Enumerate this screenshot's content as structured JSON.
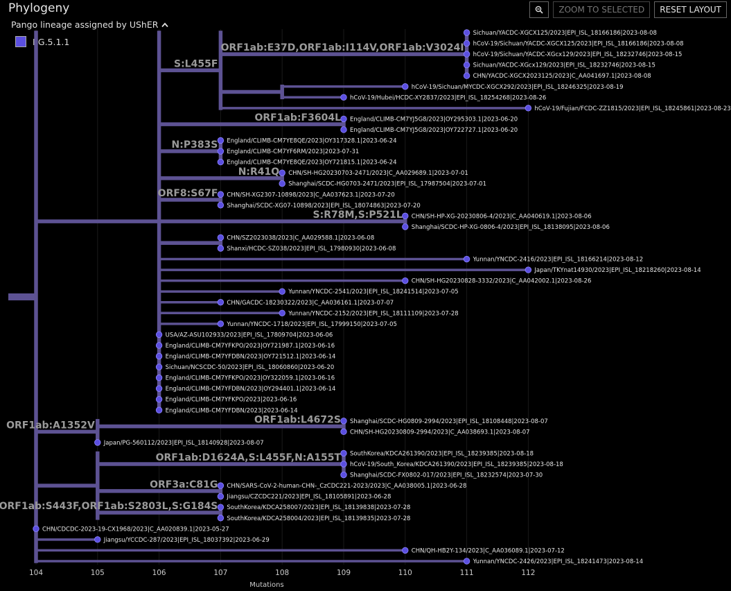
{
  "header": {
    "title": "Phylogeny",
    "zoom_icon": "magnifier-zoom-out-icon",
    "zoom_selected_label": "ZOOM TO SELECTED",
    "reset_layout_label": "RESET LAYOUT"
  },
  "legend": {
    "title": "Pango lineage assigned by UShER",
    "collapse_icon": "chevron-up-icon",
    "items": [
      {
        "label": "EG.5.1.1",
        "color": "#5b4fe0"
      }
    ]
  },
  "colors": {
    "branch": "#5d5293",
    "node": "#5b4fe0",
    "grid": "#1a1a1a"
  },
  "chart_data": {
    "type": "phylogenetic-tree",
    "xlabel": "Mutations",
    "x_ticks": [
      104,
      105,
      106,
      107,
      108,
      109,
      110,
      111,
      112
    ],
    "xlim": [
      103.6,
      112.9
    ],
    "root_x": 103.6,
    "tips": [
      {
        "label": "Sichuan/YACDC-XGCX125/2023|EPI_ISL_18166186|2023-08-08",
        "x": 111
      },
      {
        "label": "hCoV-19/Sichuan/YACDC-XGCX125/2023|EPI_ISL_18166186|2023-08-08",
        "x": 111
      },
      {
        "label": "hCoV-19/Sichuan/YACDC-XGcx129/2023|EPI_ISL_18232746|2023-08-15",
        "x": 111
      },
      {
        "label": "Sichuan/YACDC-XGcx129/2023|EPI_ISL_18232746|2023-08-15",
        "x": 111
      },
      {
        "label": "CHN/YACDC-XGCX2023125/2023|C_AA041697.1|2023-08-08",
        "x": 111
      },
      {
        "label": "hCoV-19/Sichuan/MYCDC-XGCX292/2023|EPI_ISL_18246325|2023-08-19",
        "x": 110
      },
      {
        "label": "hCoV-19/Hubei/HCDC-XY2837/2023|EPI_ISL_18254268|2023-08-26",
        "x": 109
      },
      {
        "label": "hCoV-19/Fujian/FCDC-ZZ1815/2023|EPI_ISL_18245861|2023-08-23",
        "x": 112
      },
      {
        "label": "England/CLIMB-CM7YJ5G8/2023|OY295303.1|2023-06-20",
        "x": 109
      },
      {
        "label": "England/CLIMB-CM7YJ5G8/2023|OY722727.1|2023-06-20",
        "x": 109
      },
      {
        "label": "England/CLIMB-CM7YE8QE/2023|OY317328.1|2023-06-24",
        "x": 107
      },
      {
        "label": "England/CLIMB-CM7YF6RM/2023|2023-07-31",
        "x": 107
      },
      {
        "label": "England/CLIMB-CM7YE8QE/2023|OY721815.1|2023-06-24",
        "x": 107
      },
      {
        "label": "CHN/SH-HG20230703-2471/2023|C_AA029689.1|2023-07-01",
        "x": 108
      },
      {
        "label": "Shanghai/SCDC-HG0703-2471/2023|EPI_ISL_17987504|2023-07-01",
        "x": 108
      },
      {
        "label": "CHN/SH-XG2307-10898/2023|C_AA037623.1|2023-07-20",
        "x": 107
      },
      {
        "label": "Shanghai/SCDC-XG07-10898/2023|EPI_ISL_18074863|2023-07-20",
        "x": 107
      },
      {
        "label": "CHN/SH-HP-XG-20230806-4/2023|C_AA040619.1|2023-08-06",
        "x": 110
      },
      {
        "label": "Shanghai/SCDC-HP-XG-0806-4/2023|EPI_ISL_18138095|2023-08-06",
        "x": 110
      },
      {
        "label": "CHN/SZ2023038/2023|C_AA029588.1|2023-06-08",
        "x": 107
      },
      {
        "label": "Shanxi/HCDC-SZ038/2023|EPI_ISL_17980930|2023-06-08",
        "x": 107
      },
      {
        "label": "Yunnan/YNCDC-2416/2023|EPI_ISL_18166214|2023-08-12",
        "x": 111
      },
      {
        "label": "Japan/TKYnat14930/2023|EPI_ISL_18218260|2023-08-14",
        "x": 112
      },
      {
        "label": "CHN/SH-HG20230828-3332/2023|C_AA042002.1|2023-08-26",
        "x": 110
      },
      {
        "label": "Yunnan/YNCDC-2541/2023|EPI_ISL_18241514|2023-07-05",
        "x": 108
      },
      {
        "label": "CHN/GACDC-18230322/2023|C_AA036161.1|2023-07-07",
        "x": 107
      },
      {
        "label": "Yunnan/YNCDC-2152/2023|EPI_ISL_18111109|2023-07-28",
        "x": 108
      },
      {
        "label": "Yunnan/YNCDC-1718/2023|EPI_ISL_17999150|2023-07-05",
        "x": 107
      },
      {
        "label": "USA/AZ-ASU102933/2023|EPI_ISL_17809704|2023-06-06",
        "x": 106
      },
      {
        "label": "England/CLIMB-CM7YFKPO/2023|OY721987.1|2023-06-16",
        "x": 106
      },
      {
        "label": "England/CLIMB-CM7YFDBN/2023|OY721512.1|2023-06-14",
        "x": 106
      },
      {
        "label": "Sichuan/NCSCDC-50/2023|EPI_ISL_18060860|2023-06-20",
        "x": 106
      },
      {
        "label": "England/CLIMB-CM7YFKPO/2023|OY322059.1|2023-06-16",
        "x": 106
      },
      {
        "label": "England/CLIMB-CM7YFDBN/2023|OY294401.1|2023-06-14",
        "x": 106
      },
      {
        "label": "England/CLIMB-CM7YFKPO/2023|2023-06-16",
        "x": 106
      },
      {
        "label": "England/CLIMB-CM7YFDBN/2023|2023-06-14",
        "x": 106
      },
      {
        "label": "Shanghai/SCDC-HG0809-2994/2023|EPI_ISL_18108448|2023-08-07",
        "x": 109
      },
      {
        "label": "CHN/SH-HG20230809-2994/2023|C_AA038693.1|2023-08-07",
        "x": 109
      },
      {
        "label": "Japan/PG-560112/2023|EPI_ISL_18140928|2023-08-07",
        "x": 105
      },
      {
        "label": "SouthKorea/KDCA261390/2023|EPI_ISL_18239385|2023-08-18",
        "x": 109
      },
      {
        "label": "hCoV-19/South_Korea/KDCA261390/2023|EPI_ISL_18239385|2023-08-18",
        "x": 109
      },
      {
        "label": "Shanghai/SCDC-FX0802-017/2023|EPI_ISL_18232574|2023-07-30",
        "x": 109
      },
      {
        "label": "CHN/SARS-CoV-2-human-CHN-_CzCDC221-2023/2023|C_AA038005.1|2023-06-28",
        "x": 107
      },
      {
        "label": "Jiangsu/CZCDC221/2023|EPI_ISL_18105891|2023-06-28",
        "x": 107
      },
      {
        "label": "SouthKorea/KDCA258007/2023|EPI_ISL_18139838|2023-07-28",
        "x": 107
      },
      {
        "label": "SouthKorea/KDCA258004/2023|EPI_ISL_18139835|2023-07-28",
        "x": 107
      },
      {
        "label": "CHN/CDCDC-2023-19-CX1968/2023|C_AA020839.1|2023-05-27",
        "x": 104
      },
      {
        "label": "Jiangsu/YCCDC-287/2023|EPI_ISL_18037392|2023-06-29",
        "x": 105
      },
      {
        "label": "CHN/QH-HB2Y-134/2023|C_AA036089.1|2023-07-12",
        "x": 110
      },
      {
        "label": "Yunnan/YNCDC-2426/2023|EPI_ISL_18241473|2023-08-14",
        "x": 111
      }
    ],
    "clades": [
      {
        "x": 104,
        "span": [
          0,
          49
        ],
        "mutations": ""
      },
      {
        "x": 106,
        "span": [
          0,
          35
        ],
        "mutations": ""
      },
      {
        "x": 107,
        "span": [
          0,
          7
        ],
        "mutations": "S:L455F"
      },
      {
        "x": 111,
        "span": [
          0,
          4
        ],
        "mutations": "ORF1ab:E37D,ORF1ab:I114V,ORF1ab:V3024I"
      },
      {
        "x": 108,
        "span": [
          5,
          6
        ],
        "mutations": ""
      },
      {
        "x": 109,
        "span": [
          8,
          9
        ],
        "mutations": "ORF1ab:F3604L"
      },
      {
        "x": 107,
        "span": [
          10,
          12
        ],
        "mutations": "N:P383S"
      },
      {
        "x": 108,
        "span": [
          13,
          14
        ],
        "mutations": "N:R41Q"
      },
      {
        "x": 107,
        "span": [
          15,
          16
        ],
        "mutations": "ORF8:S67F"
      },
      {
        "x": 110,
        "span": [
          17,
          18
        ],
        "mutations": "S:R78M,S:P521L"
      },
      {
        "x": 107,
        "span": [
          19,
          20
        ],
        "mutations": ""
      },
      {
        "x": 105,
        "span": [
          36,
          38
        ],
        "mutations": "ORF1ab:A1352V"
      },
      {
        "x": 109,
        "span": [
          36,
          37
        ],
        "mutations": "ORF1ab:L4672S"
      },
      {
        "x": 105,
        "span": [
          39,
          45
        ],
        "mutations": ""
      },
      {
        "x": 109,
        "span": [
          39,
          41
        ],
        "mutations": "ORF1ab:D1624A,S:L455F,N:A155T"
      },
      {
        "x": 107,
        "span": [
          42,
          43
        ],
        "mutations": "ORF3a:C81G"
      },
      {
        "x": 107,
        "span": [
          44,
          45
        ],
        "mutations": "ORF1ab:S443F,ORF1ab:S2803L,S:G184S"
      }
    ]
  }
}
